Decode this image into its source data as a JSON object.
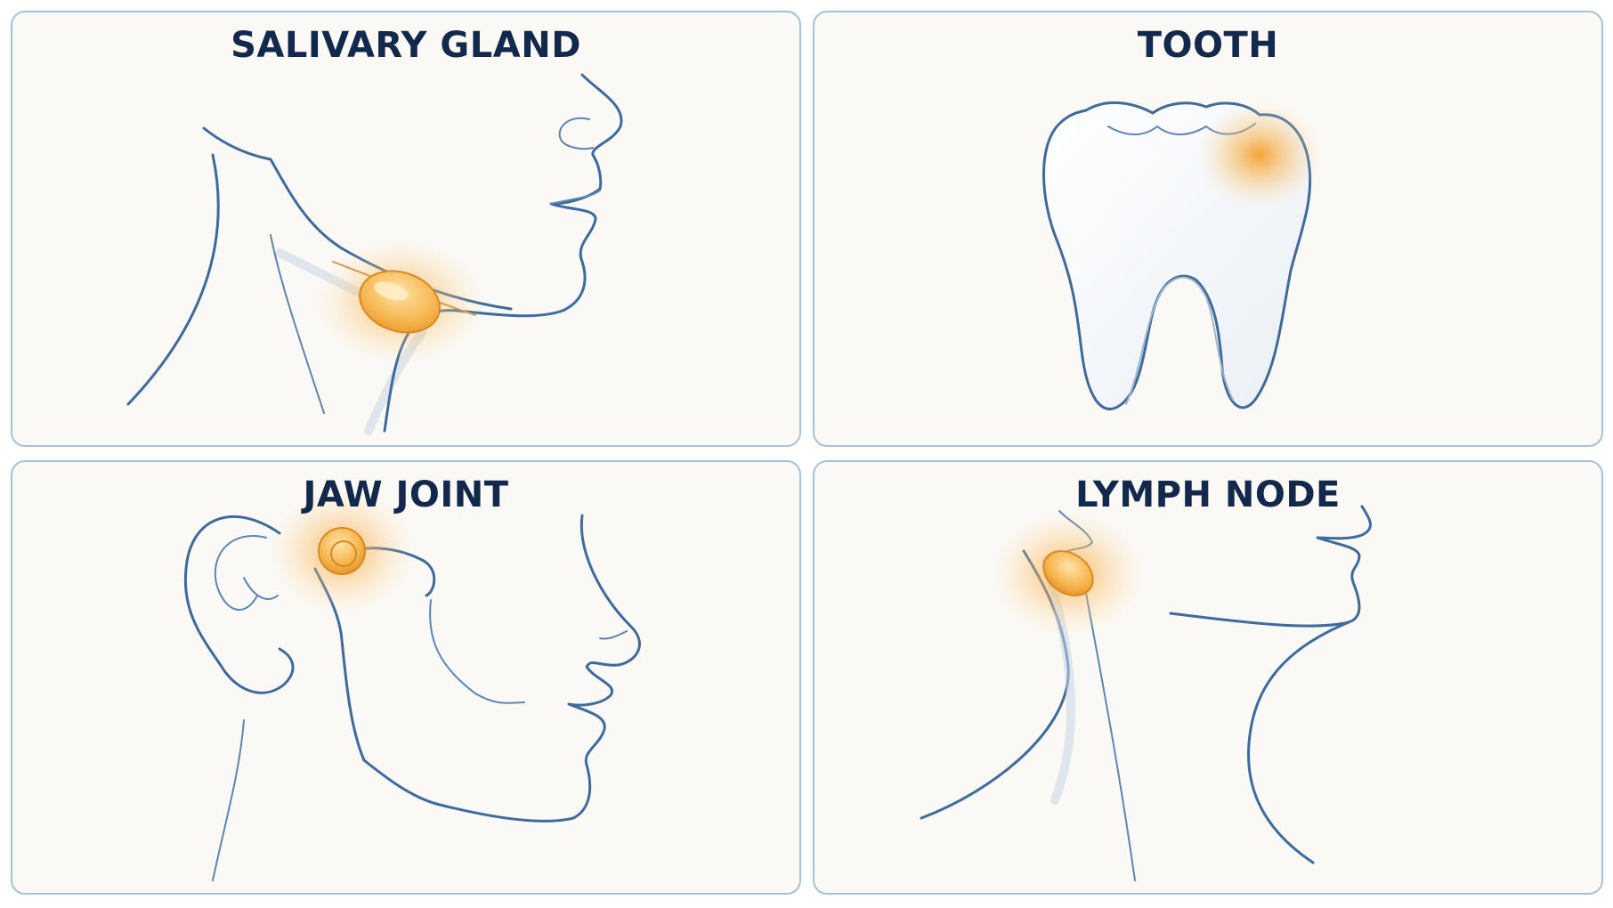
{
  "panels": [
    {
      "id": "salivary",
      "title": "SALIVARY GLAND"
    },
    {
      "id": "tooth",
      "title": "TOOTH"
    },
    {
      "id": "jaw",
      "title": "JAW JOINT"
    },
    {
      "id": "lymph",
      "title": "LYMPH NODE"
    }
  ],
  "colors": {
    "title": "#13294b",
    "outline": "#3f6a9c",
    "panel_border": "#a9c1d6",
    "panel_bg": "#fbf9f5",
    "highlight": "#f5a12a"
  },
  "icons": {
    "salivary": "salivary-gland-highlight-icon",
    "tooth": "tooth-pain-highlight-icon",
    "jaw": "jaw-joint-highlight-icon",
    "lymph": "lymph-node-highlight-icon"
  }
}
